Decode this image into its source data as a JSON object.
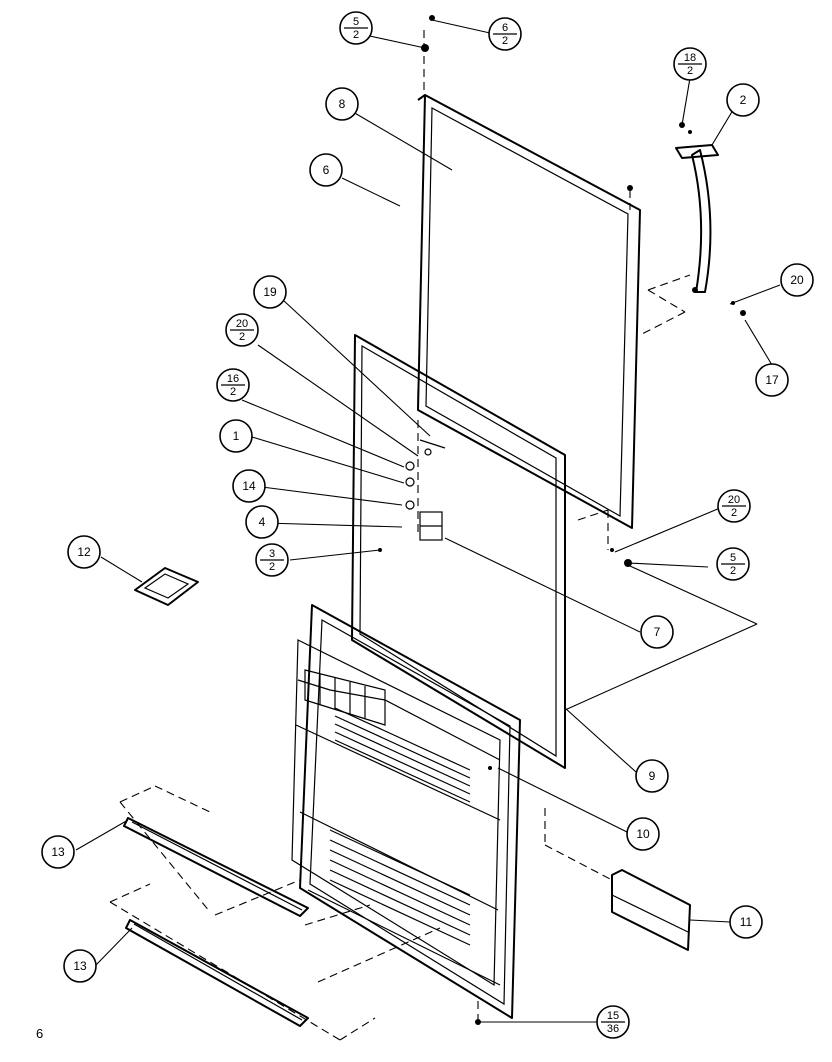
{
  "page_number": "6",
  "callouts": [
    {
      "id": "c5-2",
      "top": "5",
      "bottom": "2"
    },
    {
      "id": "c6-2",
      "top": "6",
      "bottom": "2"
    },
    {
      "id": "c8",
      "label": "8"
    },
    {
      "id": "c18-2",
      "top": "18",
      "bottom": "2"
    },
    {
      "id": "c2",
      "label": "2"
    },
    {
      "id": "c6",
      "label": "6"
    },
    {
      "id": "c20",
      "label": "20"
    },
    {
      "id": "c17",
      "label": "17"
    },
    {
      "id": "c19",
      "label": "19"
    },
    {
      "id": "c20-2a",
      "top": "20",
      "bottom": "2"
    },
    {
      "id": "c16-2",
      "top": "16",
      "bottom": "2"
    },
    {
      "id": "c1",
      "label": "1"
    },
    {
      "id": "c14",
      "label": "14"
    },
    {
      "id": "c4",
      "label": "4"
    },
    {
      "id": "c3-2",
      "top": "3",
      "bottom": "2"
    },
    {
      "id": "c12",
      "label": "12"
    },
    {
      "id": "c20-2b",
      "top": "20",
      "bottom": "2"
    },
    {
      "id": "c5-2b",
      "top": "5",
      "bottom": "2"
    },
    {
      "id": "c7",
      "label": "7"
    },
    {
      "id": "c9",
      "label": "9"
    },
    {
      "id": "c10",
      "label": "10"
    },
    {
      "id": "c13a",
      "label": "13"
    },
    {
      "id": "c13b",
      "label": "13"
    },
    {
      "id": "c11",
      "label": "11"
    },
    {
      "id": "c15-36",
      "top": "15",
      "bottom": "36"
    }
  ]
}
